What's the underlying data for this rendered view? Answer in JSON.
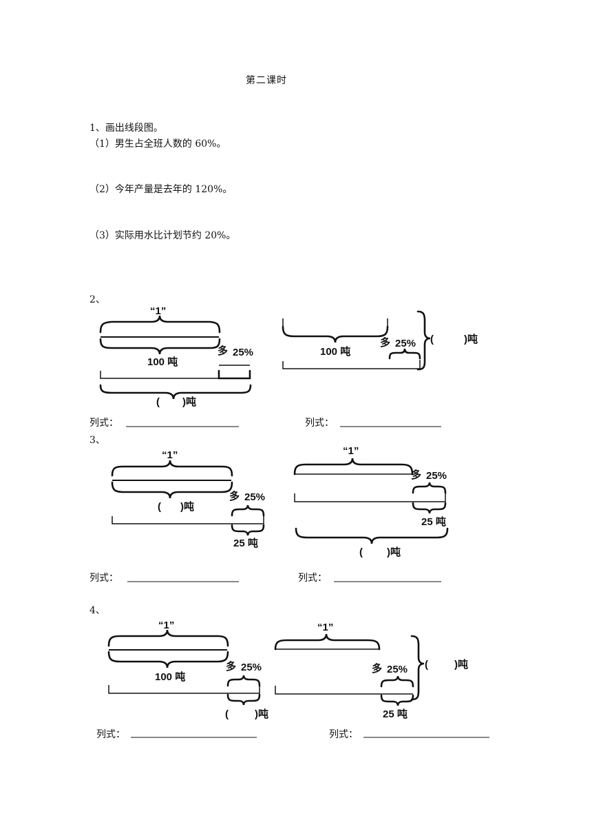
{
  "title": "第二课时",
  "q1": {
    "heading": "1、画出线段图。",
    "items": [
      "（1）男生占全班人数的 60%。",
      "（2）今年产量是去年的 120%。",
      "（3）实际用水比计划节约 20%。"
    ]
  },
  "labels": {
    "q2": "2、",
    "q3": "3、",
    "q4": "4、",
    "formula": "列式：",
    "one": "“1”",
    "one_alt": "“1”",
    "hundred_ton": "100 吨",
    "more": "多",
    "pct25": "25%",
    "ton25": "25 吨",
    "open_paren": "(",
    "close_ton": ")吨"
  }
}
